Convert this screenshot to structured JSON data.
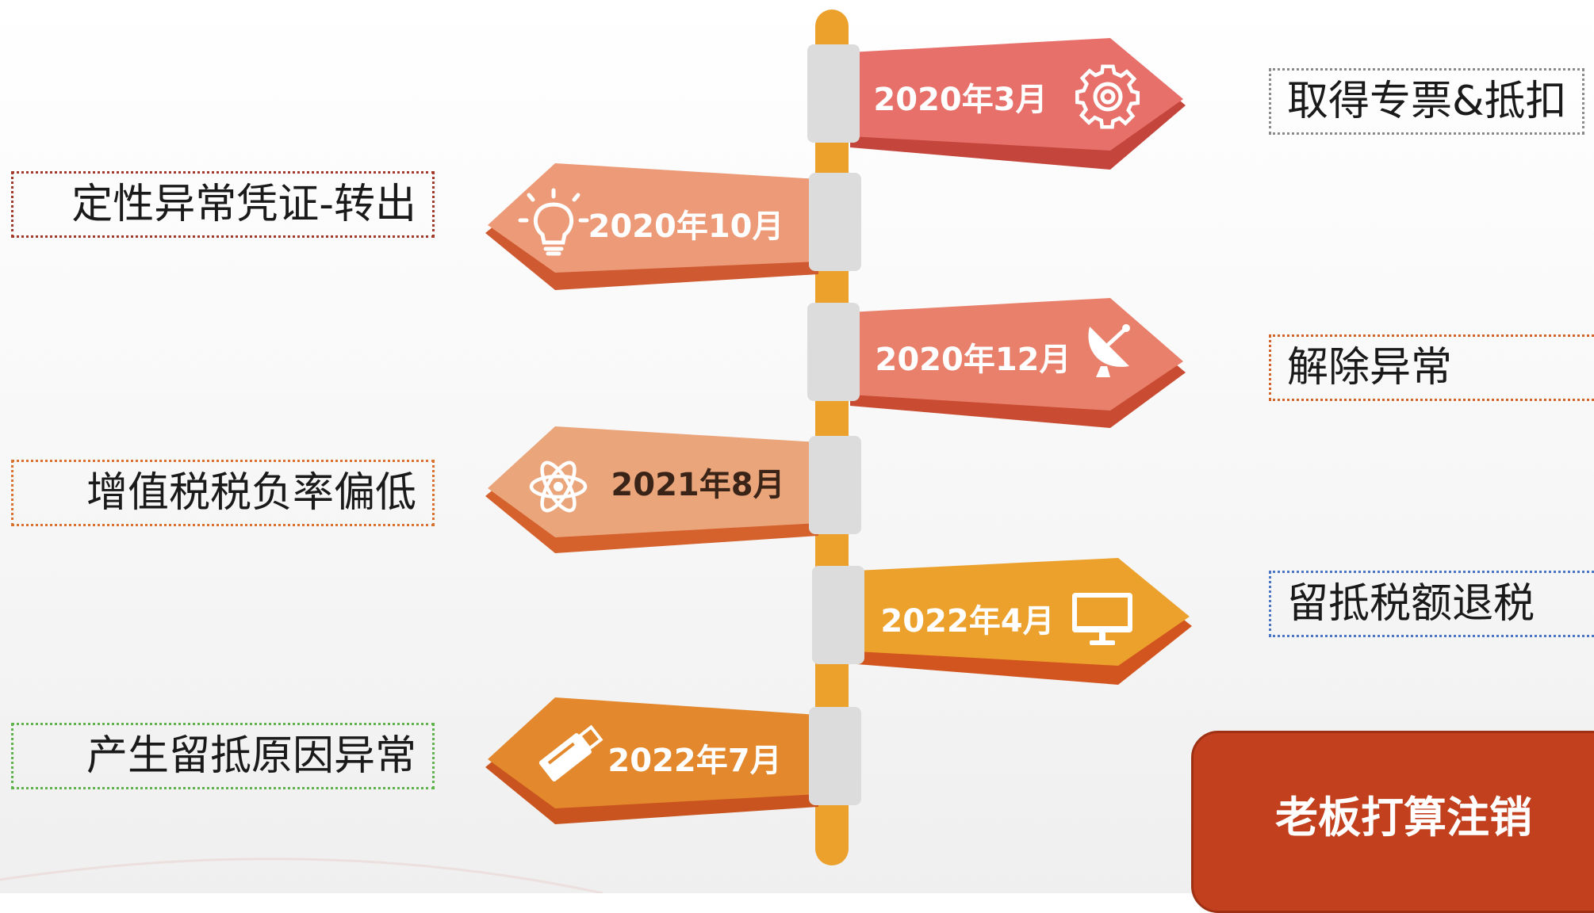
{
  "milestones": [
    {
      "date": "2020年3月",
      "label": "取得专票&抵扣",
      "icon": "gear-icon",
      "color": "#e7706a",
      "shadow": "#c4453b",
      "label_border": "#8a8a8a"
    },
    {
      "date": "2020年10月",
      "label": "定性异常凭证-转出",
      "icon": "lightbulb-icon",
      "color": "#ec9a77",
      "shadow": "#cf5a31",
      "label_border": "#a13a2a"
    },
    {
      "date": "2020年12月",
      "label": "解除异常",
      "icon": "satellite-dish-icon",
      "color": "#e9806b",
      "shadow": "#c94b32",
      "label_border": "#d2642a"
    },
    {
      "date": "2021年8月",
      "label": "增值税税负率偏低",
      "icon": "atom-icon",
      "color": "#eba57b",
      "shadow": "#d5612d",
      "label_border": "#d8722e"
    },
    {
      "date": "2022年4月",
      "label": "留抵税额退税",
      "icon": "monitor-icon",
      "color": "#eca12c",
      "shadow": "#d2541f",
      "label_border": "#4a74c4"
    },
    {
      "date": "2022年7月",
      "label": "产生留抵原因异常",
      "icon": "usb-drive-icon",
      "color": "#e3882c",
      "shadow": "#c9541f",
      "label_border": "#5fb24c"
    }
  ],
  "conclusion": {
    "text": "老板打算注销",
    "color": "#c2401e"
  },
  "pole_color": "#eba12c",
  "clamp_color": "#dcdcdc"
}
